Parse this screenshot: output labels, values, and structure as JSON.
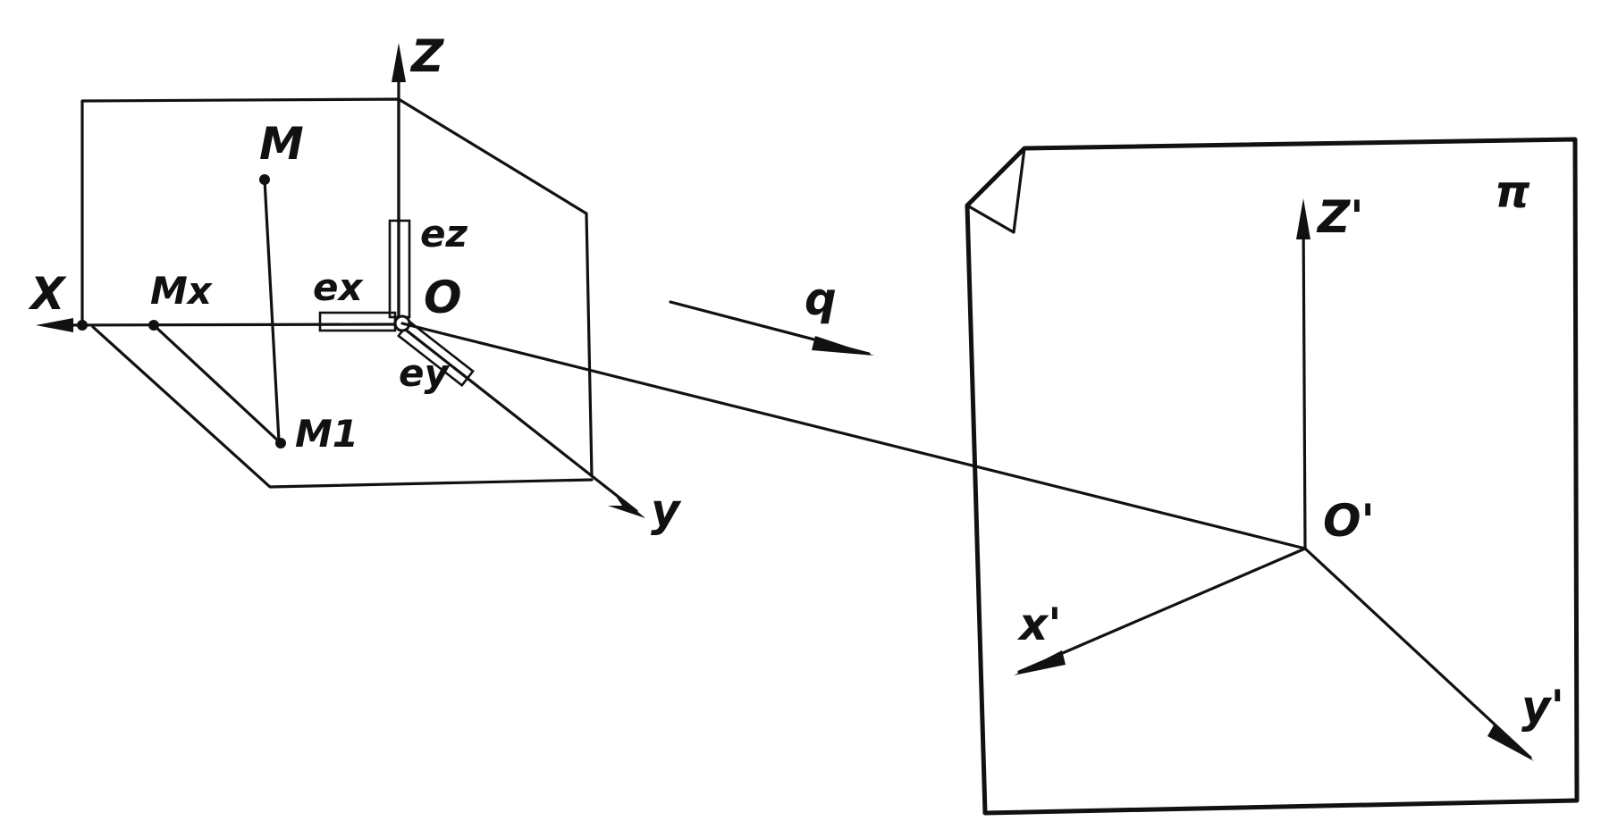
{
  "labels": {
    "x": "X",
    "mx": "Mx",
    "m": "M",
    "m1": "M1",
    "z": "Z",
    "ez": "ez",
    "ex": "ex",
    "ey": "ey",
    "o": "O",
    "y": "y",
    "q": "q",
    "pi": "π",
    "z_prime": "Z'",
    "o_prime": "O'",
    "x_prime": "x'",
    "y_prime": "y'"
  }
}
